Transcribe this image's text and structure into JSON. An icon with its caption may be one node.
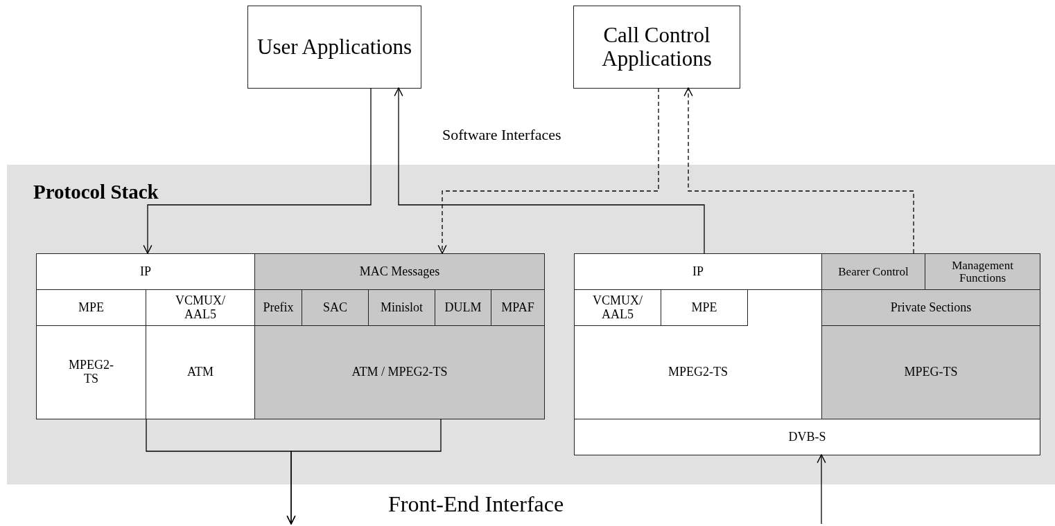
{
  "diagram": {
    "nodes": [
      {
        "text": [
          "User Applications"
        ]
      },
      {
        "text": [
          "Call Control Applications"
        ]
      },
      {
        "text": [
          "Protocol Stack"
        ]
      },
      {
        "text": [
          "IP"
        ],
        "in": 2
      },
      {
        "text": [
          "MAC Messages"
        ],
        "in": 2
      },
      {
        "text": [
          "MPE"
        ],
        "in": 2
      },
      {
        "text": [
          "VCMUX/ AAL5"
        ],
        "in": 2
      },
      {
        "text": [
          "Prefix"
        ],
        "in": 2
      },
      {
        "text": [
          "SAC"
        ],
        "in": 2
      },
      {
        "text": [
          "Minislot"
        ],
        "in": 2
      },
      {
        "text": [
          "DULM"
        ],
        "in": 2
      },
      {
        "text": [
          "MPAF"
        ],
        "in": 2
      },
      {
        "text": [
          "MPEG2- TS"
        ],
        "in": 2
      },
      {
        "text": [
          "ATM"
        ],
        "in": 2
      },
      {
        "text": [
          "ATM / MPEG2-TS"
        ],
        "in": 2
      },
      {
        "text": [
          "IP"
        ],
        "in": 2
      },
      {
        "text": [
          "Bearer Control"
        ],
        "in": 2
      },
      {
        "text": [
          "Management Functions"
        ],
        "in": 2
      },
      {
        "text": [
          "MPEG2-TS"
        ],
        "in": 2
      },
      {
        "text": [
          "VCMUX/ AAL5"
        ],
        "in": 18
      },
      {
        "text": [
          "MPE"
        ],
        "in": 18
      },
      {
        "text": [
          "Private Sections"
        ],
        "in": 2
      },
      {
        "text": [
          "MPEG-TS"
        ],
        "in": 2
      },
      {
        "text": [
          "DVB-S"
        ],
        "in": 2
      }
    ],
    "edges": [
      {
        "from": 0,
        "to": 3,
        "arrow": "to"
      },
      {
        "from": 15,
        "to": 0,
        "arrow": "to"
      },
      {
        "from": 1,
        "to": 4,
        "arrow": "to",
        "style": "dashed"
      },
      {
        "from": 16,
        "to": 1,
        "arrow": "to",
        "style": "dashed"
      },
      {
        "from": 13,
        "to": null,
        "arrow": "to"
      },
      {
        "from": 14,
        "to": null,
        "arrow": "to"
      },
      {
        "from": null,
        "to": 23,
        "arrow": "to"
      }
    ],
    "labels": [
      "Software Interfaces",
      "Front-End Interface"
    ]
  }
}
